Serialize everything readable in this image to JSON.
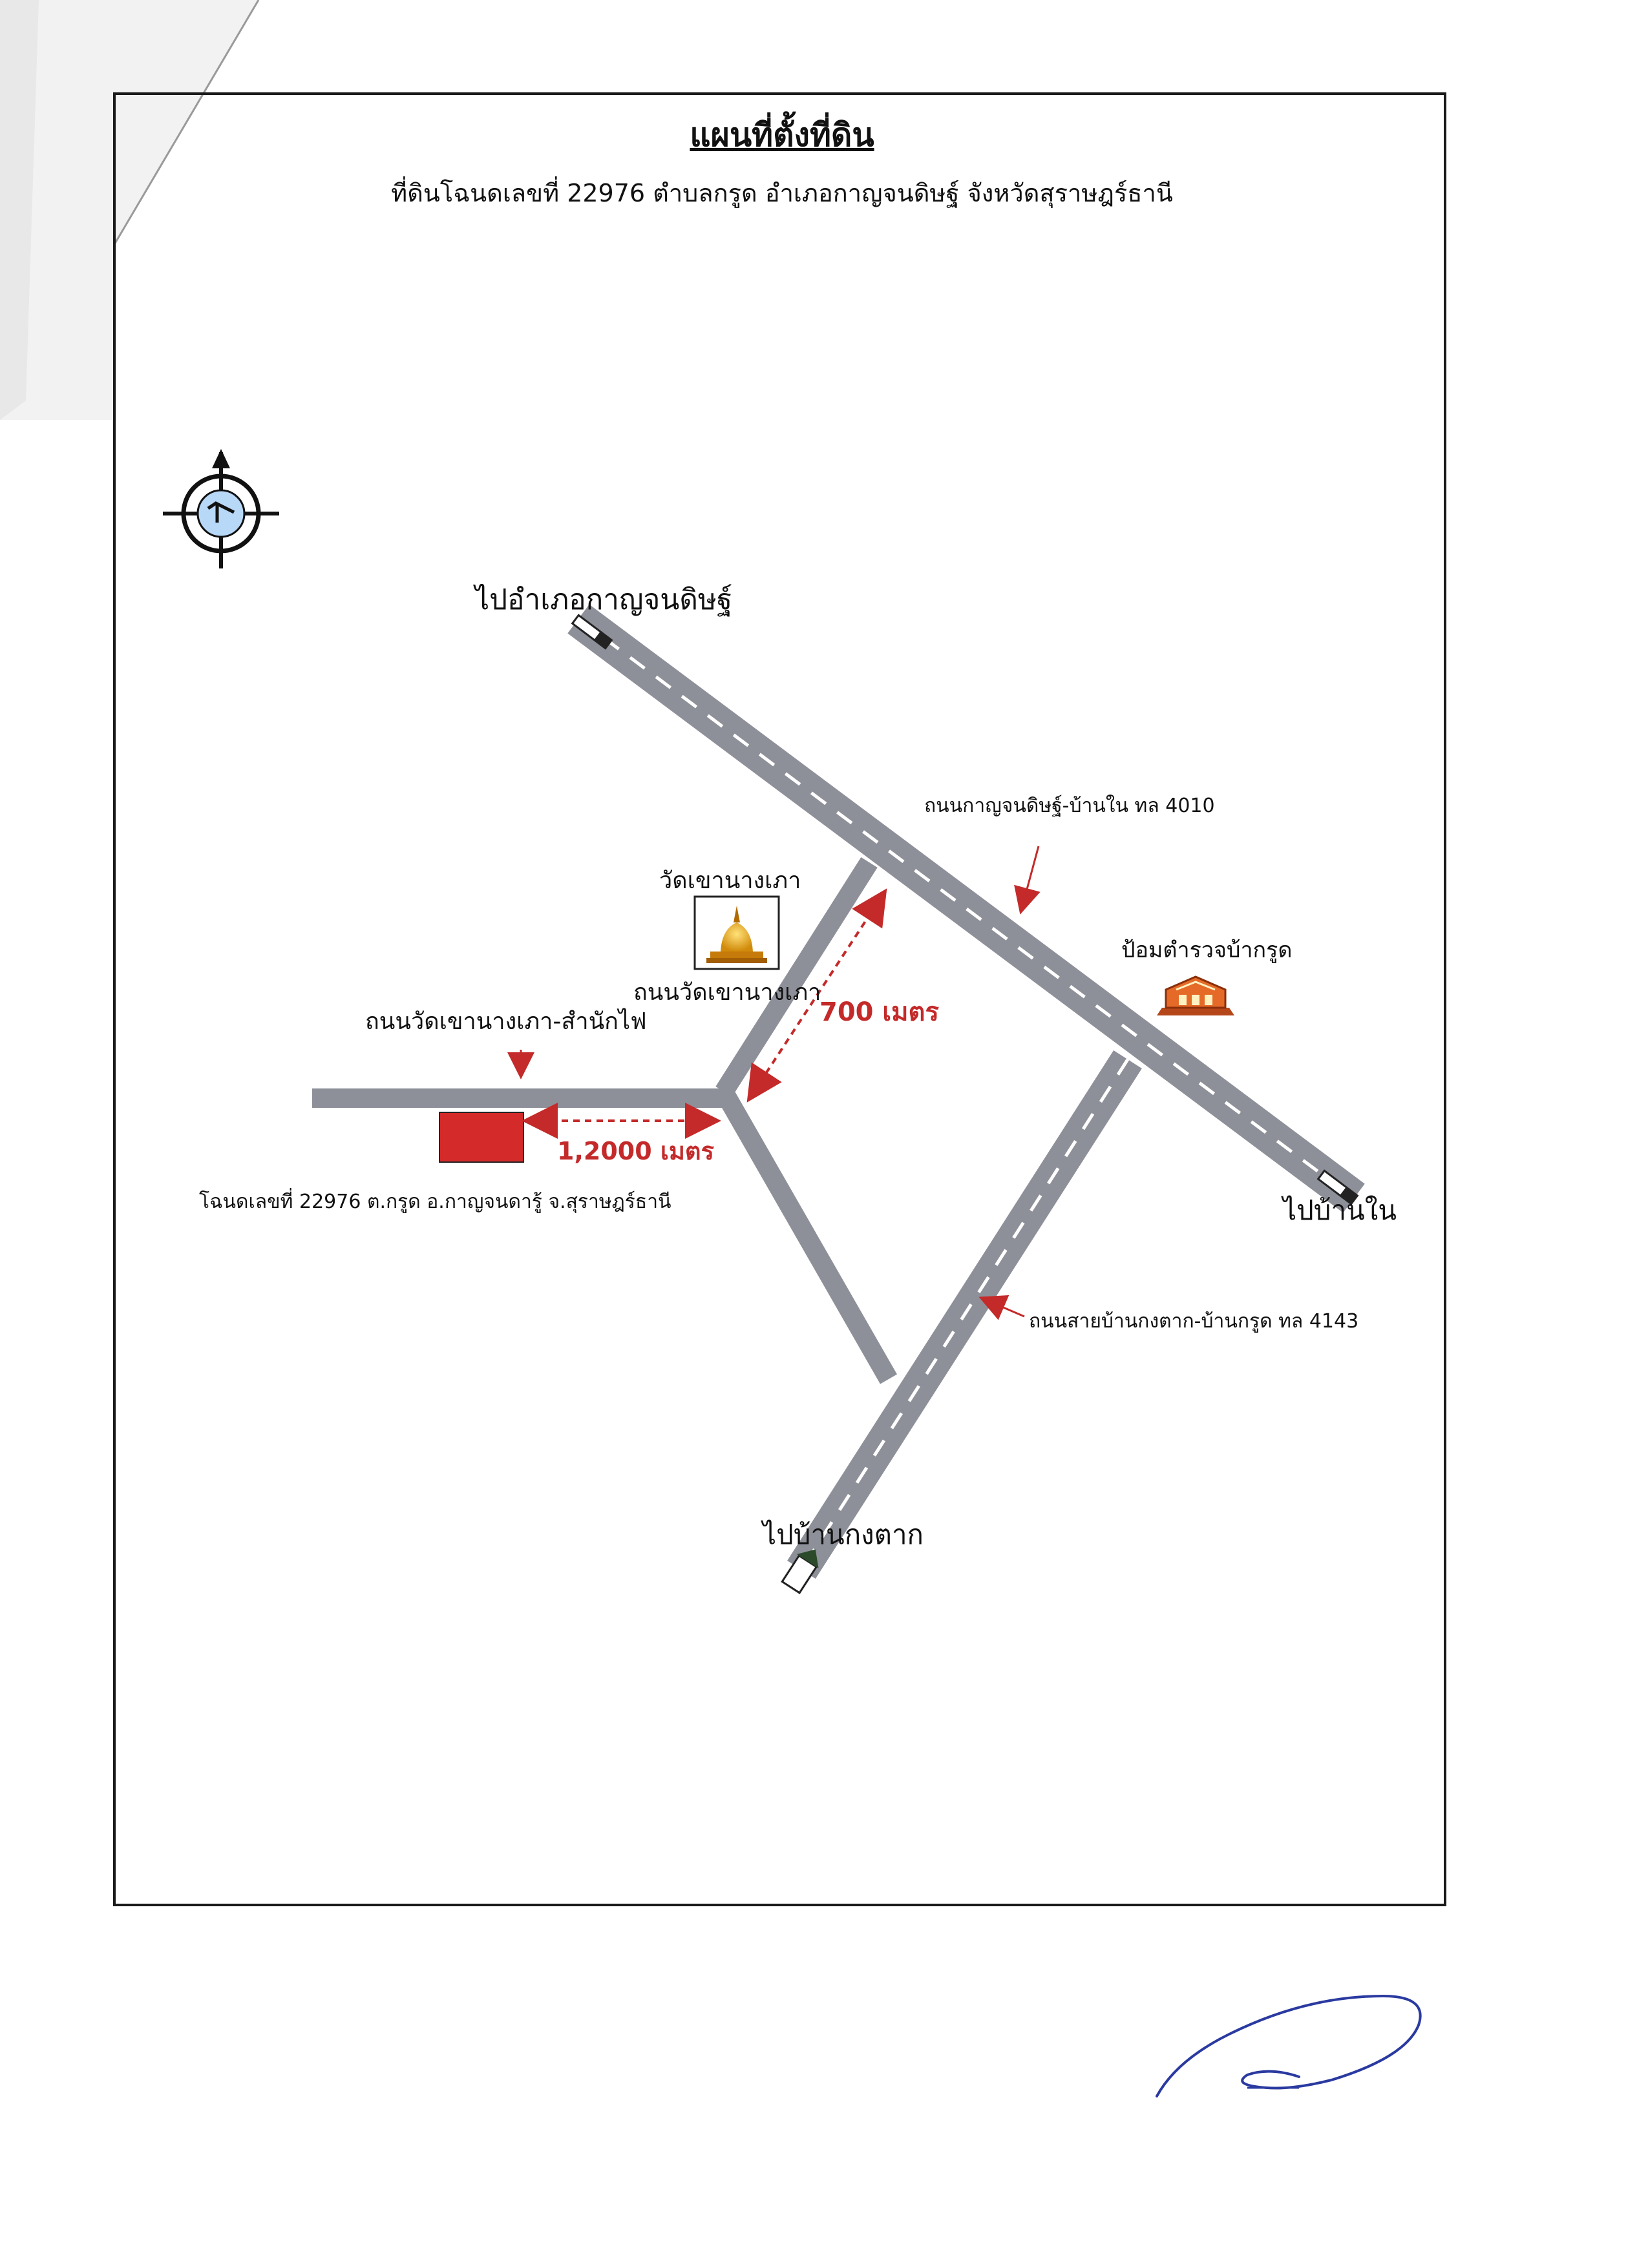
{
  "header": {
    "title": "แผนที่ตั้งที่ดิน",
    "subtitle": "ที่ดินโฉนดเลขที่ 22976 ตำบลกรูด อำเภอกาญจนดิษฐ์ จังหวัดสุราษฎร์ธานี"
  },
  "map": {
    "labels": {
      "to_kanchanadit": "ไปอำเภอกาญจนดิษฐ์",
      "road_4010": "ถนนกาญจนดิษฐ์-บ้านใน ทล 4010",
      "temple": "วัดเขานางเภา",
      "temple_road": "ถนนวัดเขานางเภา",
      "police_box": "ป้อมตำรวจบ้ากรูด",
      "road_west": "ถนนวัดเขานางเภา-สำนักไฟ",
      "to_ban_nai": "ไปบ้านใน",
      "road_4143": "ถนนสายบ้านกงตาก-บ้านกรูด ทล 4143",
      "to_kong_tak": "ไปบ้านกงตาก",
      "parcel": "โฉนดเลขที่  22976 ต.กรูด อ.กาญจนดารู้ จ.สุราษฎร์ธานี"
    },
    "distances": {
      "to_temple_road": "700 เมตร",
      "to_parcel": "1,2000 เมตร"
    },
    "colors": {
      "road": "#8e9099",
      "lane_marking": "#ffffff",
      "parcel": "#d42a2a",
      "distance": "#c42a2a",
      "signature": "#2a3aa0"
    },
    "icons": [
      "north-arrow-icon",
      "temple-icon",
      "police-box-icon",
      "direction-arrow-icon"
    ]
  }
}
